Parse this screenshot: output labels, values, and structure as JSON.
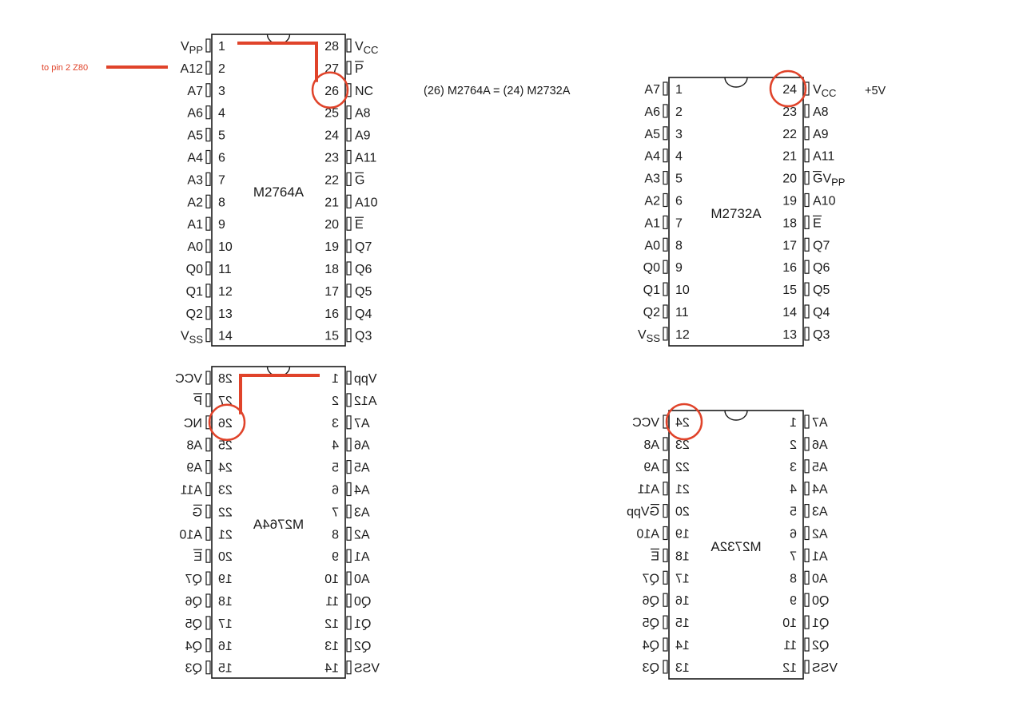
{
  "colors": {
    "ink": "#1a1a1a",
    "annotation": "#e0432a"
  },
  "annotations": {
    "z80_note": "to pin 2 Z80",
    "equivalence_note": "(26) M2764A = (24) M2732A",
    "supply_note": "+5V"
  },
  "chips": [
    {
      "id": "m2764a-top",
      "label": "M2764A",
      "pins": 28,
      "mirrored": false,
      "highlight_pin": 26,
      "left": [
        {
          "num": "1",
          "name": "V",
          "sub": "PP"
        },
        {
          "num": "2",
          "name": "A12"
        },
        {
          "num": "3",
          "name": "A7"
        },
        {
          "num": "4",
          "name": "A6"
        },
        {
          "num": "5",
          "name": "A5"
        },
        {
          "num": "6",
          "name": "A4"
        },
        {
          "num": "7",
          "name": "A3"
        },
        {
          "num": "8",
          "name": "A2"
        },
        {
          "num": "9",
          "name": "A1"
        },
        {
          "num": "10",
          "name": "A0"
        },
        {
          "num": "11",
          "name": "Q0"
        },
        {
          "num": "12",
          "name": "Q1"
        },
        {
          "num": "13",
          "name": "Q2"
        },
        {
          "num": "14",
          "name": "V",
          "sub": "SS"
        }
      ],
      "right": [
        {
          "num": "28",
          "name": "V",
          "sub": "CC"
        },
        {
          "num": "27",
          "name": "P",
          "bar": true
        },
        {
          "num": "26",
          "name": "NC"
        },
        {
          "num": "25",
          "name": "A8"
        },
        {
          "num": "24",
          "name": "A9"
        },
        {
          "num": "23",
          "name": "A11"
        },
        {
          "num": "22",
          "name": "G",
          "bar": true
        },
        {
          "num": "21",
          "name": "A10"
        },
        {
          "num": "20",
          "name": "E",
          "bar": true
        },
        {
          "num": "19",
          "name": "Q7"
        },
        {
          "num": "18",
          "name": "Q6"
        },
        {
          "num": "17",
          "name": "Q5"
        },
        {
          "num": "16",
          "name": "Q4"
        },
        {
          "num": "15",
          "name": "Q3"
        }
      ]
    },
    {
      "id": "m2732a-top",
      "label": "M2732A",
      "pins": 24,
      "mirrored": false,
      "highlight_pin": 24,
      "left": [
        {
          "num": "1",
          "name": "A7"
        },
        {
          "num": "2",
          "name": "A6"
        },
        {
          "num": "3",
          "name": "A5"
        },
        {
          "num": "4",
          "name": "A4"
        },
        {
          "num": "5",
          "name": "A3"
        },
        {
          "num": "6",
          "name": "A2"
        },
        {
          "num": "7",
          "name": "A1"
        },
        {
          "num": "8",
          "name": "A0"
        },
        {
          "num": "9",
          "name": "Q0"
        },
        {
          "num": "10",
          "name": "Q1"
        },
        {
          "num": "11",
          "name": "Q2"
        },
        {
          "num": "12",
          "name": "V",
          "sub": "SS"
        }
      ],
      "right": [
        {
          "num": "24",
          "name": "V",
          "sub": "CC"
        },
        {
          "num": "23",
          "name": "A8"
        },
        {
          "num": "22",
          "name": "A9"
        },
        {
          "num": "21",
          "name": "A11"
        },
        {
          "num": "20",
          "name": "GV",
          "sub": "PP",
          "bar_g": true
        },
        {
          "num": "19",
          "name": "A10"
        },
        {
          "num": "18",
          "name": "E",
          "bar": true
        },
        {
          "num": "17",
          "name": "Q7"
        },
        {
          "num": "16",
          "name": "Q6"
        },
        {
          "num": "15",
          "name": "Q5"
        },
        {
          "num": "14",
          "name": "Q4"
        },
        {
          "num": "13",
          "name": "Q3"
        }
      ]
    },
    {
      "id": "m2764a-mirrored",
      "label": "M2764A",
      "pins": 28,
      "mirrored": true,
      "highlight_pin": 26,
      "left": [
        {
          "num": "1",
          "name": "Vpp"
        },
        {
          "num": "2",
          "name": "A12"
        },
        {
          "num": "3",
          "name": "A7"
        },
        {
          "num": "4",
          "name": "A6"
        },
        {
          "num": "5",
          "name": "A5"
        },
        {
          "num": "6",
          "name": "A4"
        },
        {
          "num": "7",
          "name": "A3"
        },
        {
          "num": "8",
          "name": "A2"
        },
        {
          "num": "9",
          "name": "A1"
        },
        {
          "num": "10",
          "name": "A0"
        },
        {
          "num": "11",
          "name": "Q0"
        },
        {
          "num": "12",
          "name": "Q1"
        },
        {
          "num": "13",
          "name": "Q2"
        },
        {
          "num": "14",
          "name": "VSS"
        }
      ],
      "right": [
        {
          "num": "28",
          "name": "VCC"
        },
        {
          "num": "27",
          "name": "P",
          "bar": true
        },
        {
          "num": "26",
          "name": "NC"
        },
        {
          "num": "25",
          "name": "A8"
        },
        {
          "num": "24",
          "name": "A9"
        },
        {
          "num": "23",
          "name": "A11"
        },
        {
          "num": "22",
          "name": "G",
          "bar": true
        },
        {
          "num": "21",
          "name": "A10"
        },
        {
          "num": "20",
          "name": "E",
          "bar": true
        },
        {
          "num": "19",
          "name": "Q7"
        },
        {
          "num": "18",
          "name": "Q6"
        },
        {
          "num": "17",
          "name": "Q5"
        },
        {
          "num": "16",
          "name": "Q4"
        },
        {
          "num": "15",
          "name": "Q3"
        }
      ]
    },
    {
      "id": "m2732a-mirrored",
      "label": "M2732A",
      "pins": 24,
      "mirrored": true,
      "highlight_pin": 24,
      "left": [
        {
          "num": "1",
          "name": "A7"
        },
        {
          "num": "2",
          "name": "A6"
        },
        {
          "num": "3",
          "name": "A5"
        },
        {
          "num": "4",
          "name": "A4"
        },
        {
          "num": "5",
          "name": "A3"
        },
        {
          "num": "6",
          "name": "A2"
        },
        {
          "num": "7",
          "name": "A1"
        },
        {
          "num": "8",
          "name": "A0"
        },
        {
          "num": "9",
          "name": "Q0"
        },
        {
          "num": "10",
          "name": "Q1"
        },
        {
          "num": "11",
          "name": "Q2"
        },
        {
          "num": "12",
          "name": "VSS"
        }
      ],
      "right": [
        {
          "num": "24",
          "name": "VCC"
        },
        {
          "num": "23",
          "name": "A8"
        },
        {
          "num": "22",
          "name": "A9"
        },
        {
          "num": "21",
          "name": "A11"
        },
        {
          "num": "20",
          "name": "GVpp",
          "bar_g": true
        },
        {
          "num": "19",
          "name": "A10"
        },
        {
          "num": "18",
          "name": "E",
          "bar": true
        },
        {
          "num": "17",
          "name": "Q7"
        },
        {
          "num": "16",
          "name": "Q6"
        },
        {
          "num": "15",
          "name": "Q5"
        },
        {
          "num": "14",
          "name": "Q4"
        },
        {
          "num": "13",
          "name": "Q3"
        }
      ]
    }
  ]
}
